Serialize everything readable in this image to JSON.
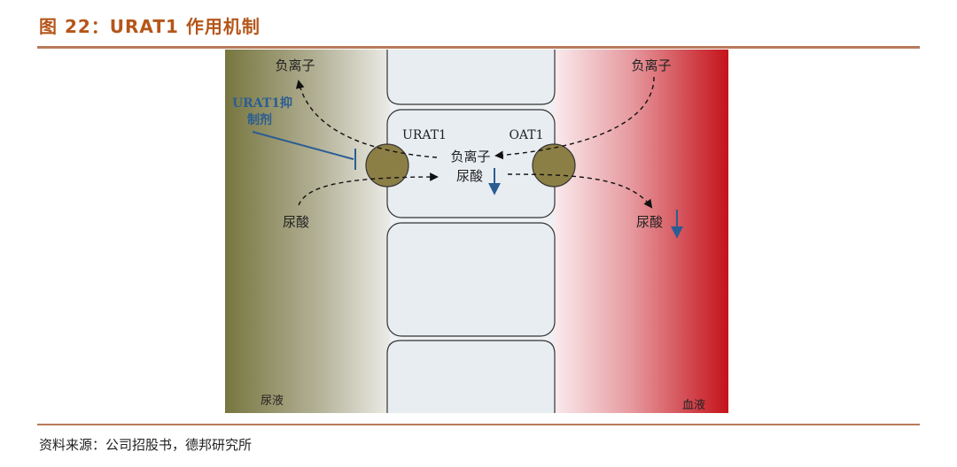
{
  "figure": {
    "title": "图 22：URAT1 作用机制",
    "source": "资料来源：公司招股书，德邦研究所"
  },
  "diagram": {
    "left_region_label": "尿液",
    "right_region_label": "血液",
    "transporter_left": "URAT1",
    "transporter_right": "OAT1",
    "inhibitor_label_line1": "URAT1抑",
    "inhibitor_label_line2": "制剂",
    "anion_top_left": "负离子",
    "anion_top_right": "负离子",
    "anion_center": "负离子",
    "urate_center": "尿酸",
    "urate_left": "尿酸",
    "urate_right": "尿酸"
  },
  "colors": {
    "title": "#b5561a",
    "rule": "#b87a5a",
    "urine_side": "#7a7848",
    "blood_side": "#c8141c",
    "cell": "#e8edf2",
    "transporter": "#8c7f45",
    "inhibitor": "#2b5d93",
    "down_arrow": "#2b5d93"
  }
}
